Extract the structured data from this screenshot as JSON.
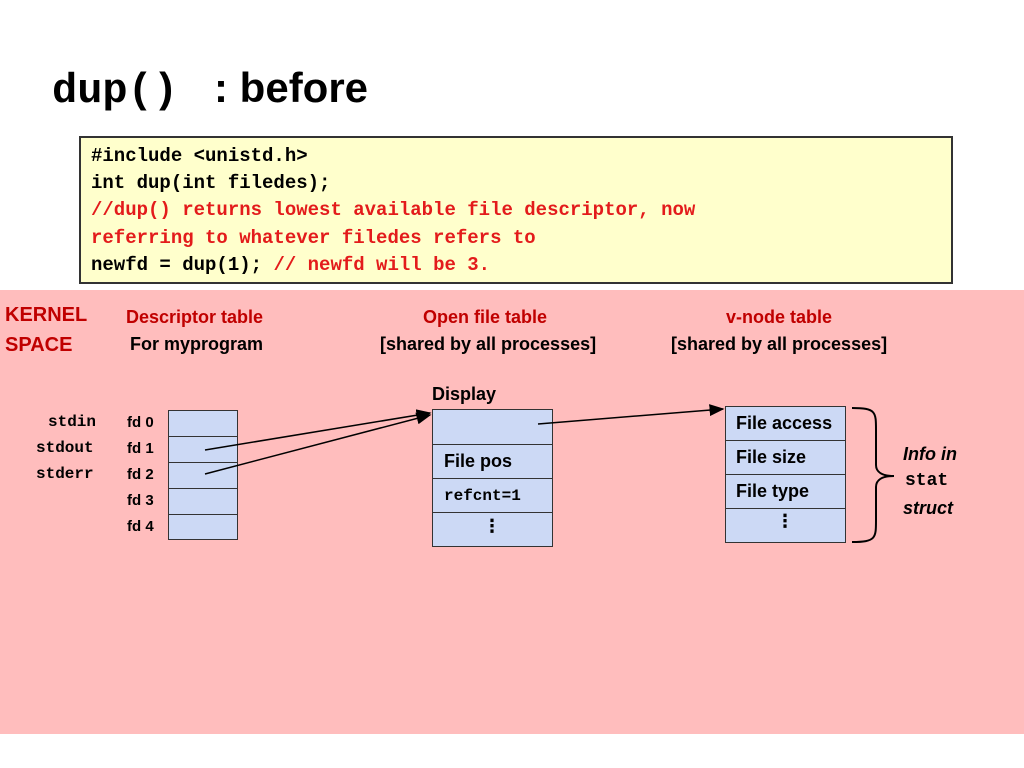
{
  "title": {
    "mono": "dup()",
    "text": ": before"
  },
  "code": {
    "line1": "#include <unistd.h>",
    "line2": "int dup(int filedes);",
    "line3": "//dup() returns lowest available file descriptor, now",
    "line4": "referring to whatever filedes refers to",
    "line5_code": "newfd = dup(1); ",
    "line5_comment": "// newfd will be 3."
  },
  "kernel": {
    "line1": "KERNEL",
    "line2": "SPACE"
  },
  "descriptor_table": {
    "title": "Descriptor table",
    "subtitle": "For myprogram",
    "std_labels": [
      "stdin",
      "stdout",
      "stderr"
    ],
    "fd_labels": [
      "fd 0",
      "fd 1",
      "fd 2",
      "fd 3",
      "fd 4"
    ]
  },
  "open_file_table": {
    "title": "Open file table",
    "subtitle": "[shared by all processes]",
    "entry_label": "Display",
    "file_pos": "File pos",
    "refcnt": "refcnt=1",
    "ellipsis": "⋮"
  },
  "vnode_table": {
    "title": "v-node table",
    "subtitle": "[shared by all processes]",
    "file_access": "File access",
    "file_size": "File size",
    "file_type": "File type",
    "ellipsis": "⋮"
  },
  "info": {
    "line1": "Info in",
    "line2": "stat",
    "line3": "struct"
  },
  "colors": {
    "kernel_bg": "#ffbdbd",
    "header_red": "#c00000",
    "cell_blue": "#ccd9f5",
    "code_bg": "#ffffcc",
    "comment_red": "#e31b1b"
  }
}
